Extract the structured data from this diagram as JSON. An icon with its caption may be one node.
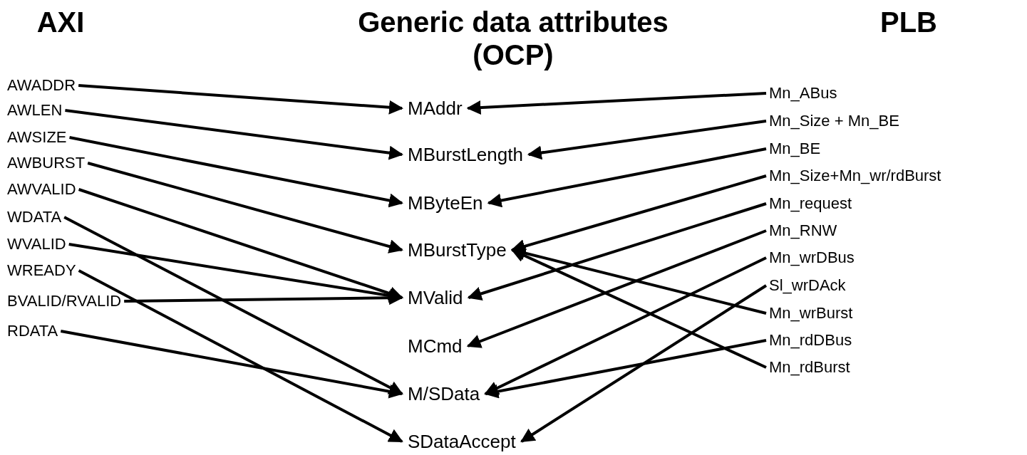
{
  "diagram": {
    "nodes": [
      {
        "text": [
          "AWADDR"
        ]
      },
      {
        "text": [
          "AWLEN"
        ]
      },
      {
        "text": [
          "AWSIZE"
        ]
      },
      {
        "text": [
          "AWBURST"
        ]
      },
      {
        "text": [
          "AWVALID"
        ]
      },
      {
        "text": [
          "WDATA"
        ]
      },
      {
        "text": [
          "WVALID"
        ]
      },
      {
        "text": [
          "WREADY"
        ]
      },
      {
        "text": [
          "BVALID/RVALID"
        ]
      },
      {
        "text": [
          "RDATA"
        ]
      },
      {
        "text": [
          "MAddr"
        ]
      },
      {
        "text": [
          "MBurstLength"
        ]
      },
      {
        "text": [
          "MByteEn"
        ]
      },
      {
        "text": [
          "MBurstType"
        ]
      },
      {
        "text": [
          "MValid"
        ]
      },
      {
        "text": [
          "MCmd"
        ]
      },
      {
        "text": [
          "M/SData"
        ]
      },
      {
        "text": [
          "SDataAccept"
        ]
      },
      {
        "text": [
          "Mn_ABus"
        ]
      },
      {
        "text": [
          "Mn_Size + Mn_BE"
        ]
      },
      {
        "text": [
          "Mn_BE"
        ]
      },
      {
        "text": [
          "Mn_Size+Mn_wr/rdBurst"
        ]
      },
      {
        "text": [
          "Mn_request"
        ]
      },
      {
        "text": [
          "Mn_RNW"
        ]
      },
      {
        "text": [
          "Mn_wrDBus"
        ]
      },
      {
        "text": [
          "Sl_wrDAck"
        ]
      },
      {
        "text": [
          "Mn_wrBurst"
        ]
      },
      {
        "text": [
          "Mn_rdDBus"
        ]
      },
      {
        "text": [
          "Mn_rdBurst"
        ]
      }
    ],
    "edges": [
      {
        "from": 0,
        "to": 10,
        "arrow": "to"
      },
      {
        "from": 1,
        "to": 11,
        "arrow": "to"
      },
      {
        "from": 2,
        "to": 12,
        "arrow": "to"
      },
      {
        "from": 3,
        "to": 13,
        "arrow": "to"
      },
      {
        "from": 4,
        "to": 14,
        "arrow": "to"
      },
      {
        "from": 5,
        "to": 16,
        "arrow": "to"
      },
      {
        "from": 6,
        "to": 14,
        "arrow": "to"
      },
      {
        "from": 7,
        "to": 17,
        "arrow": "to"
      },
      {
        "from": 8,
        "to": 14,
        "arrow": "to"
      },
      {
        "from": 9,
        "to": 16,
        "arrow": "to"
      },
      {
        "from": 18,
        "to": 10,
        "arrow": "to"
      },
      {
        "from": 19,
        "to": 11,
        "arrow": "to"
      },
      {
        "from": 20,
        "to": 12,
        "arrow": "to"
      },
      {
        "from": 21,
        "to": 13,
        "arrow": "to"
      },
      {
        "from": 22,
        "to": 14,
        "arrow": "to"
      },
      {
        "from": 23,
        "to": 15,
        "arrow": "to"
      },
      {
        "from": 24,
        "to": 16,
        "arrow": "to"
      },
      {
        "from": 25,
        "to": 17,
        "arrow": "to"
      },
      {
        "from": 26,
        "to": 13,
        "arrow": "to"
      },
      {
        "from": 27,
        "to": 16,
        "arrow": "to"
      },
      {
        "from": 28,
        "to": 13,
        "arrow": "to"
      }
    ],
    "labels": [
      "AXI",
      "Generic data attributes (OCP)",
      "PLB"
    ]
  }
}
